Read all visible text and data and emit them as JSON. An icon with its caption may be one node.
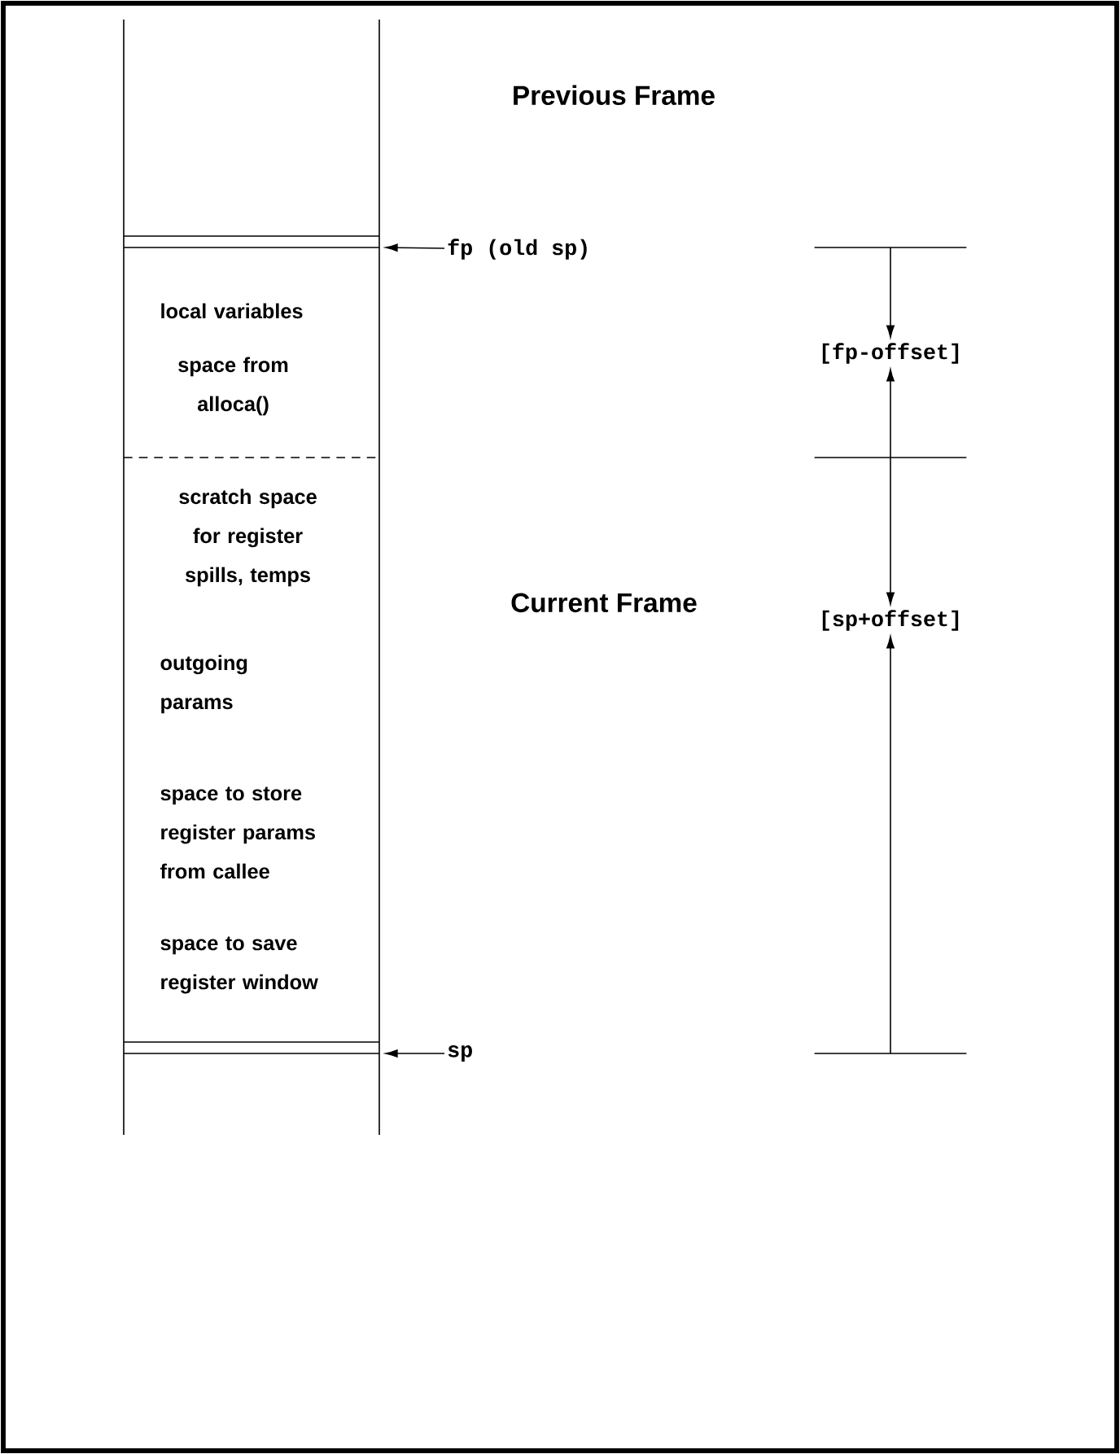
{
  "diagram": {
    "nodes": [
      {
        "text": [
          "fp (old sp)"
        ]
      },
      {
        "text": [],
        "shape": "bar"
      },
      {
        "text": [
          "[fp-offset]"
        ]
      },
      {
        "text": [],
        "shape": "bar"
      },
      {
        "text": [
          "[sp+offset]"
        ]
      },
      {
        "text": [
          "sp"
        ]
      },
      {
        "text": [],
        "shape": "bar"
      }
    ],
    "edges": [
      {
        "from": 0,
        "to": null,
        "arrow": "to"
      },
      {
        "from": 1,
        "to": 2,
        "arrow": "to"
      },
      {
        "from": 2,
        "to": 4,
        "arrow": "both"
      },
      {
        "from": 6,
        "to": 4,
        "arrow": "to"
      },
      {
        "from": 5,
        "to": null,
        "arrow": "to"
      }
    ],
    "labels": [
      "Previous Frame",
      "local variables",
      "space from alloca()",
      "scratch space for register spills, temps",
      "Current Frame",
      "outgoing params",
      "space to store register params from callee",
      "space to save register window"
    ]
  }
}
